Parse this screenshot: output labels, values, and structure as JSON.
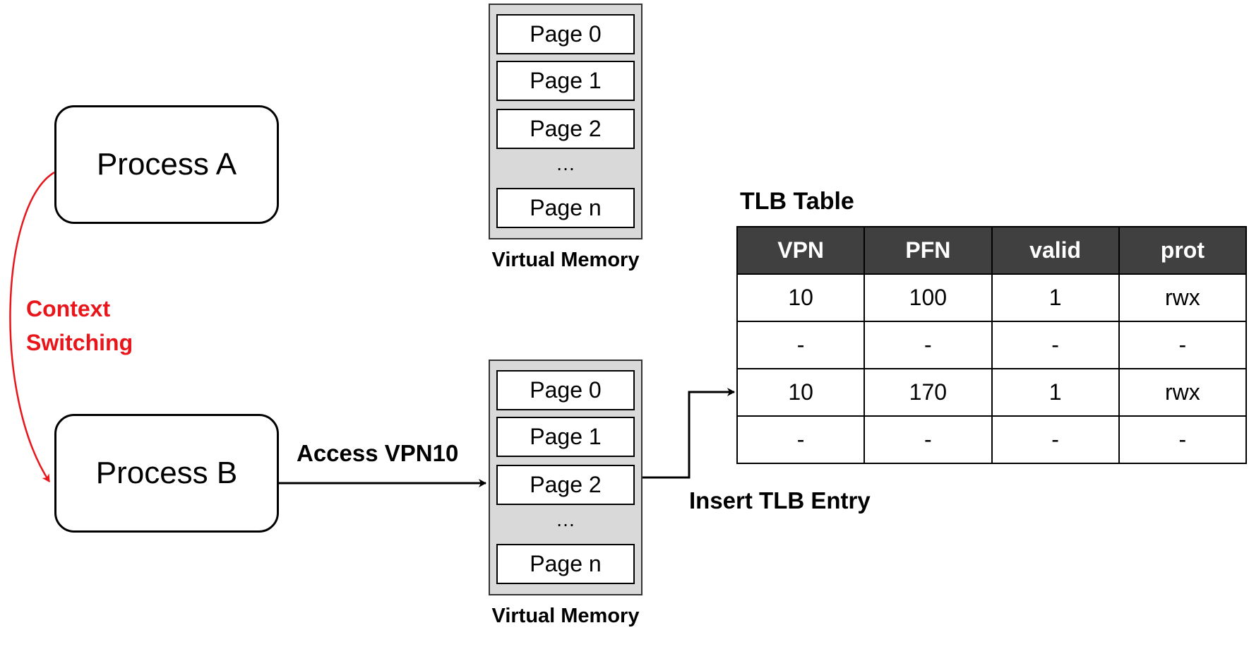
{
  "processes": {
    "a": {
      "label": "Process A"
    },
    "b": {
      "label": "Process B"
    }
  },
  "context_switch": {
    "line1": "Context",
    "line2": "Switching",
    "color": "#e8161b"
  },
  "virtual_memory": {
    "label": "Virtual Memory",
    "pages": [
      "Page 0",
      "Page 1",
      "Page 2",
      "…",
      "Page n"
    ]
  },
  "access_label": "Access VPN10",
  "insert_label": "Insert TLB Entry",
  "tlb": {
    "title": "TLB Table",
    "header_color": "#404040",
    "columns": [
      "VPN",
      "PFN",
      "valid",
      "prot"
    ],
    "rows": [
      [
        "10",
        "100",
        "1",
        "rwx"
      ],
      [
        "-",
        "-",
        "-",
        "-"
      ],
      [
        "10",
        "170",
        "1",
        "rwx"
      ],
      [
        "-",
        "-",
        "-",
        "-"
      ]
    ]
  }
}
